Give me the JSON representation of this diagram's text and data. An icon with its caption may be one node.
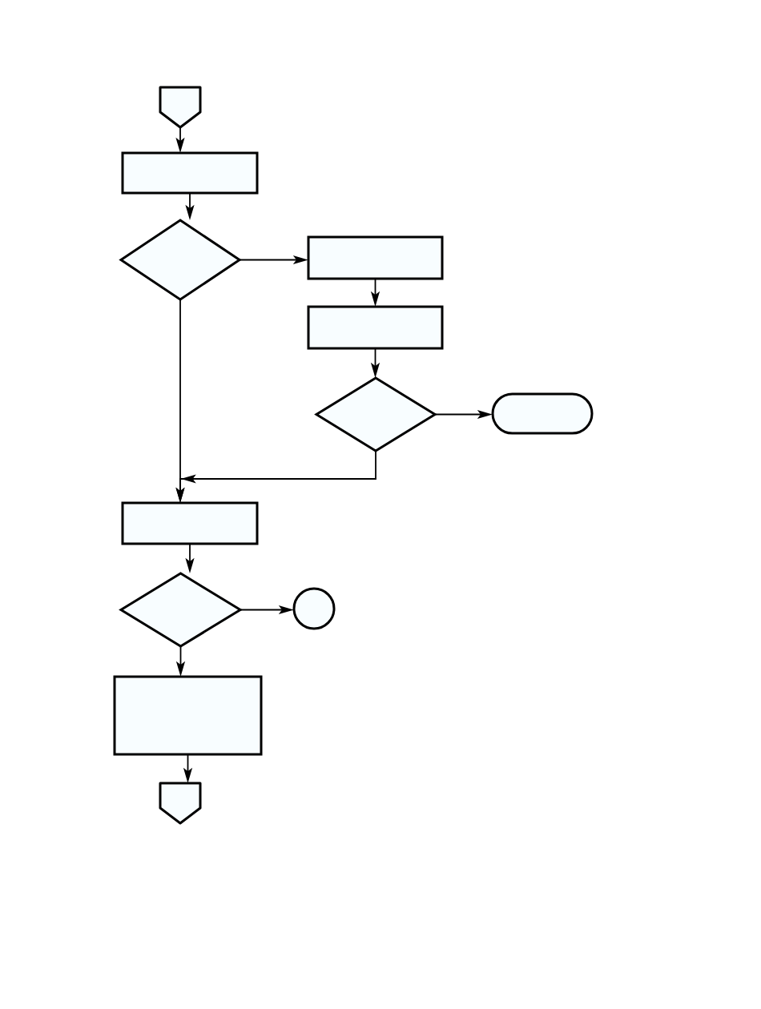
{
  "diagram": {
    "nodes": [
      {
        "text": [],
        "shape": "pentagon"
      },
      {
        "text": [],
        "shape": "box"
      },
      {
        "text": [],
        "shape": "diamond"
      },
      {
        "text": [],
        "shape": "box"
      },
      {
        "text": [],
        "shape": "box"
      },
      {
        "text": [],
        "shape": "diamond"
      },
      {
        "text": [],
        "shape": "capsule"
      },
      {
        "text": [],
        "shape": "box"
      },
      {
        "text": [],
        "shape": "diamond"
      },
      {
        "text": [],
        "shape": "circle"
      },
      {
        "text": [],
        "shape": "box"
      },
      {
        "text": [],
        "shape": "pentagon"
      }
    ],
    "edges": [
      {
        "from": 0,
        "to": 1,
        "arrow": "to"
      },
      {
        "from": 1,
        "to": 2,
        "arrow": "to"
      },
      {
        "from": 2,
        "to": 3,
        "arrow": "to"
      },
      {
        "from": 3,
        "to": 4,
        "arrow": "to"
      },
      {
        "from": 4,
        "to": 5,
        "arrow": "to"
      },
      {
        "from": 5,
        "to": 6,
        "arrow": "to"
      },
      {
        "from": 2,
        "to": 7,
        "arrow": "to"
      },
      {
        "from": 5,
        "to": 7,
        "arrow": "to"
      },
      {
        "from": 7,
        "to": 8,
        "arrow": "to"
      },
      {
        "from": 8,
        "to": 9,
        "arrow": "to"
      },
      {
        "from": 8,
        "to": 10,
        "arrow": "to"
      },
      {
        "from": 10,
        "to": 11,
        "arrow": "to"
      }
    ]
  }
}
